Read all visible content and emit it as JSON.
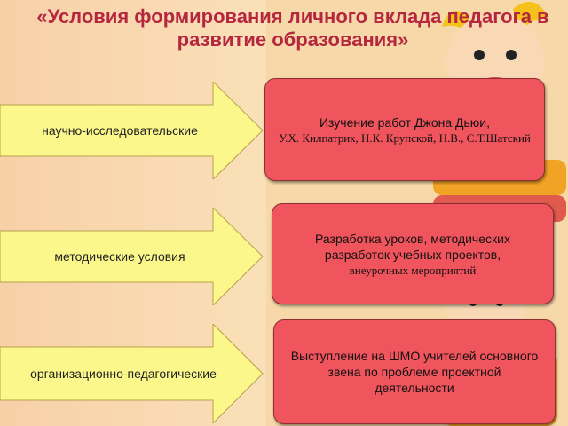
{
  "title": "«Условия формирования личного вклада педагога в развитие образования»",
  "rows": [
    {
      "arrow_label": "научно-исследовательские",
      "box_main": "Изучение  работ Джона Дьюи,",
      "box_extra": "У.Х. Килпатрик, Н.К. Крупской, Н.В., С.Т.Шатский"
    },
    {
      "arrow_label": "методические условия",
      "box_main": "Разработка уроков, методических разработок учебных проектов,",
      "box_extra": "внеурочных мероприятий"
    },
    {
      "arrow_label": "организационно-педагогические",
      "box_main": "Выступление на ШМО учителей основного звена по проблеме проектной деятельности",
      "box_extra": ""
    }
  ],
  "colors": {
    "title": "#b5263f",
    "arrow_fill": "#fcf78a",
    "box_fill": "#f0545d"
  }
}
